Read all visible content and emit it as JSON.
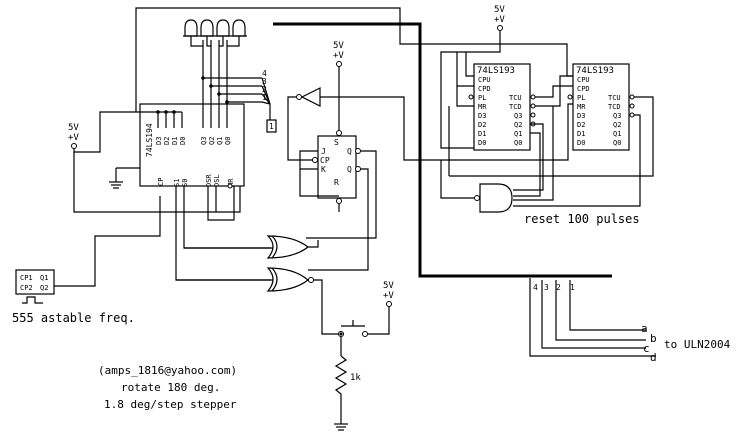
{
  "labels": {
    "vcc": "5V",
    "plus_v": "+V",
    "astable": "555 astable freq.",
    "reset_pulses": "reset 100 pulses",
    "resistor": "1k"
  },
  "ic555": {
    "pins": [
      "CP1",
      "CP2",
      "Q1",
      "Q2"
    ]
  },
  "ic194": {
    "name": "74LS194",
    "pins": {
      "d3": "D3",
      "d2": "D2",
      "d1": "D1",
      "d0": "D0",
      "q3": "Q3",
      "q2": "Q2",
      "q1": "Q1",
      "q0": "Q0",
      "cp": "CP",
      "s1": "S1",
      "s0": "S0",
      "dsr": "DSR",
      "dsl": "DSL",
      "mr": "MR"
    }
  },
  "ic193": {
    "name": "74LS193",
    "pins": {
      "cpu": "CPU",
      "cpd": "CPD",
      "pl": "PL",
      "mr": "MR",
      "d3": "D3",
      "d2": "D2",
      "d1": "D1",
      "d0": "D0",
      "tcu": "TCU",
      "tcd": "TCD",
      "q3": "Q3",
      "q2": "Q2",
      "q1": "Q1",
      "q0": "Q0"
    }
  },
  "jk": {
    "pins": {
      "s": "S",
      "j": "J",
      "cp": "CP",
      "k": "K",
      "r": "R",
      "q": "Q",
      "qbar": "Q"
    }
  },
  "bus": {
    "labels": [
      "4",
      "3",
      "2",
      "1"
    ],
    "connector": "1"
  },
  "notes": {
    "email": "(amps_1816@yahoo.com)",
    "rotate": "rotate 180 deg.",
    "stepper": "1.8 deg/step stepper"
  },
  "outputs": {
    "pin_labels": [
      "4",
      "3",
      "2",
      "1"
    ],
    "letters": [
      "a",
      "b",
      "c",
      "d"
    ],
    "target": "to ULN2004"
  }
}
